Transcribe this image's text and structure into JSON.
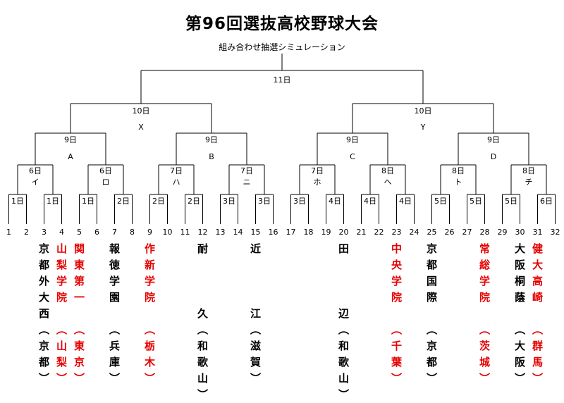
{
  "title": "第96回選抜高校野球大会",
  "subtitle": "組み合わせ抽選シミュレーション",
  "rounds": {
    "final": {
      "date": "11日"
    },
    "semis": [
      {
        "date": "10日",
        "block": "X"
      },
      {
        "date": "10日",
        "block": "Y"
      }
    ],
    "quarters": [
      {
        "date": "9日",
        "block": "A"
      },
      {
        "date": "9日",
        "block": "B"
      },
      {
        "date": "9日",
        "block": "C"
      },
      {
        "date": "9日",
        "block": "D"
      }
    ],
    "second": [
      {
        "date": "6日",
        "block": "イ"
      },
      {
        "date": "6日",
        "block": "ロ"
      },
      {
        "date": "7日",
        "block": "ハ"
      },
      {
        "date": "7日",
        "block": "ニ"
      },
      {
        "date": "7日",
        "block": "ホ"
      },
      {
        "date": "8日",
        "block": "ヘ"
      },
      {
        "date": "8日",
        "block": "ト"
      },
      {
        "date": "8日",
        "block": "チ"
      }
    ],
    "first": [
      "1日",
      "1日",
      "1日",
      "2日",
      "2日",
      "2日",
      "3日",
      "3日",
      "3日",
      "4日",
      "4日",
      "4日",
      "5日",
      "5日",
      "5日",
      "6日"
    ]
  },
  "slots": [
    "1",
    "2",
    "3",
    "4",
    "5",
    "6",
    "7",
    "8",
    "9",
    "10",
    "11",
    "12",
    "13",
    "14",
    "15",
    "16",
    "17",
    "18",
    "19",
    "20",
    "21",
    "22",
    "23",
    "24",
    "25",
    "26",
    "27",
    "28",
    "29",
    "30",
    "31",
    "32"
  ],
  "schools": [
    {
      "slot": 3,
      "chars": "京都外大西（京都）",
      "color": "#000000"
    },
    {
      "slot": 4,
      "chars": "山梨学院（山梨）",
      "color": "#e60000"
    },
    {
      "slot": 5,
      "chars": "関東第一（東京）",
      "color": "#e60000"
    },
    {
      "slot": 7,
      "chars": "報徳学園（兵庫）",
      "color": "#000000"
    },
    {
      "slot": 9,
      "chars": "作新学院（栃木）",
      "color": "#e60000"
    },
    {
      "slot": 12,
      "chars": "耐久（和歌山）",
      "color": "#000000"
    },
    {
      "slot": 15,
      "chars": "近江（滋賀）",
      "color": "#000000"
    },
    {
      "slot": 20,
      "chars": "田辺（和歌山）",
      "color": "#000000"
    },
    {
      "slot": 23,
      "chars": "中央学院（千葉）",
      "color": "#e60000"
    },
    {
      "slot": 25,
      "chars": "京都国際（京都）",
      "color": "#000000"
    },
    {
      "slot": 28,
      "chars": "常総学院（茨城）",
      "color": "#e60000"
    },
    {
      "slot": 30,
      "chars": "大阪桐蔭（大阪）",
      "color": "#000000"
    },
    {
      "slot": 31,
      "chars": "健大高崎（群馬）",
      "color": "#e60000"
    }
  ]
}
